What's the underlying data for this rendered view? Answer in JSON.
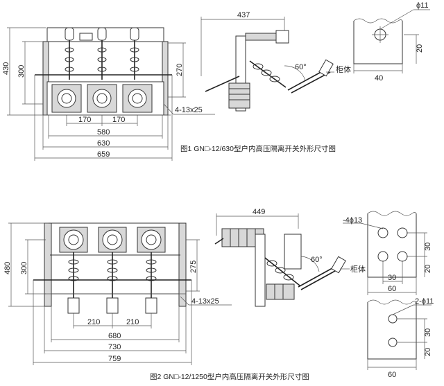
{
  "figure1": {
    "caption": "图1 GN□-12/630型户内高压隔离开关外形尺寸图",
    "front": {
      "height_total": "430",
      "height_inner": "300",
      "height_right": "270",
      "pitch1": "170",
      "pitch2": "170",
      "width_mount": "580",
      "width_base": "630",
      "width_total": "659",
      "holes": "4-13x25"
    },
    "side": {
      "width": "437",
      "angle": "60°",
      "cabinet": "柜体"
    },
    "hole_detail": {
      "dia": "ϕ11",
      "offset": "20",
      "width": "40"
    }
  },
  "figure2": {
    "caption": "图2  GN□-12/1250型户内高压隔离开关外形尺寸图",
    "front": {
      "height_total": "480",
      "height_inner": "300",
      "height_right": "275",
      "pitch1": "210",
      "pitch2": "210",
      "width_mount": "680",
      "width_base": "730",
      "width_total": "759",
      "holes": "4-13x25"
    },
    "side": {
      "width": "449",
      "angle": "60°",
      "cabinet": "柜体"
    },
    "hole_detail_a": {
      "holes": "-4ϕ13",
      "v1": "30",
      "v2": "20",
      "h1": "30",
      "h2": "60"
    },
    "hole_detail_b": {
      "holes": "2-ϕ11",
      "v1": "30",
      "v2": "20",
      "width": "60"
    }
  }
}
